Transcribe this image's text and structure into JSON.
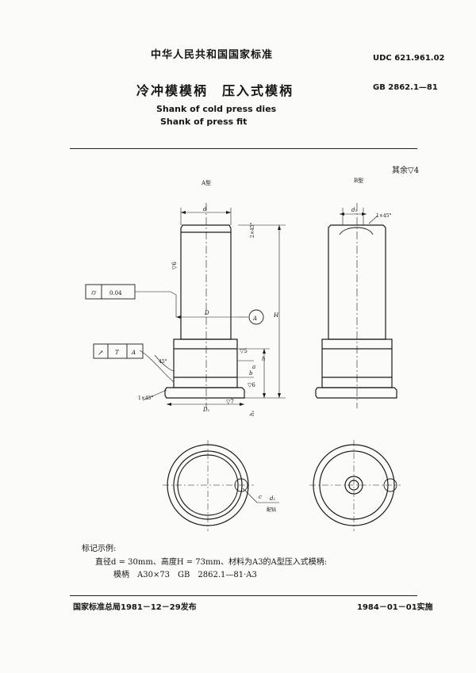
{
  "header": {
    "standard_org": "中华人民共和国国家标准",
    "udc": "UDC 621.961.02",
    "title_cn": "冷冲模模柄　压入式模柄",
    "gb_code": "GB 2862.1—81",
    "title_en_1": "Shank of cold press dies",
    "title_en_2": "Shank of press fit"
  },
  "drawing": {
    "surface_note": "其余▽4",
    "type_a": {
      "label": "A型",
      "dims": {
        "d": "d",
        "chamfer_top": "2×45°",
        "finish_side": "▽6",
        "tolerance_value": "0.04",
        "diameter": "D",
        "datum": "A",
        "runout_t": "T",
        "runout_a": "A",
        "angle": "45°",
        "finish_d": "▽5",
        "height_total": "H",
        "height_h": "h",
        "a": "a",
        "b": "b",
        "finish_bottom": "▽6",
        "chamfer_bottom": "1×45°",
        "finish_base": "▽7",
        "base_diameter": "D₁",
        "base_height": "h₁"
      }
    },
    "type_b": {
      "label": "B型",
      "dims": {
        "d2": "d₂",
        "chamfer": "1×45°",
        "c": "c",
        "d1": "d₁",
        "d1_note": "配钻"
      }
    }
  },
  "example": {
    "heading": "标记示例:",
    "text": "直径d = 30mm、高度H = 73mm、材料为A3的A型压入式模柄:",
    "code": "模柄　A30×73　GB　2862.1—81·A3"
  },
  "footer": {
    "issued": "国家标准总局1981－12－29发布",
    "effective": "1984－01－01实施"
  }
}
